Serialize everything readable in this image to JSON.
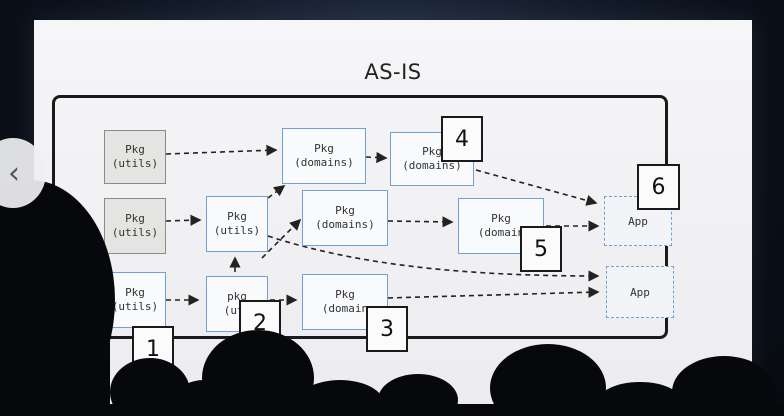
{
  "slide": {
    "title": "AS-IS",
    "packages": [
      {
        "line1": "Pkg",
        "line2": "(utils)"
      },
      {
        "line1": "Pkg",
        "line2": "(domains)"
      },
      {
        "line1": "Pkg",
        "line2": "(domains)"
      },
      {
        "line1": "Pkg",
        "line2": "(utils)"
      },
      {
        "line1": "Pkg",
        "line2": "(utils)"
      },
      {
        "line1": "Pkg",
        "line2": "(domains)"
      },
      {
        "line1": "Pkg",
        "line2": "(domain"
      },
      {
        "line1": "Pkg",
        "line2": "(utils)"
      },
      {
        "line1": "pkg",
        "line2": "(uti"
      },
      {
        "line1": "Pkg",
        "line2": "(domain"
      }
    ],
    "apps": [
      "App",
      "App"
    ],
    "markers": [
      "1",
      "2",
      "3",
      "4",
      "5",
      "6"
    ]
  },
  "nav": {
    "back_icon": "chevron-left-icon",
    "back_glyph": "‹"
  },
  "colors": {
    "box_border": "#6fa0d8",
    "grey_box": "#e4e4e2",
    "arrow": "#222222"
  }
}
